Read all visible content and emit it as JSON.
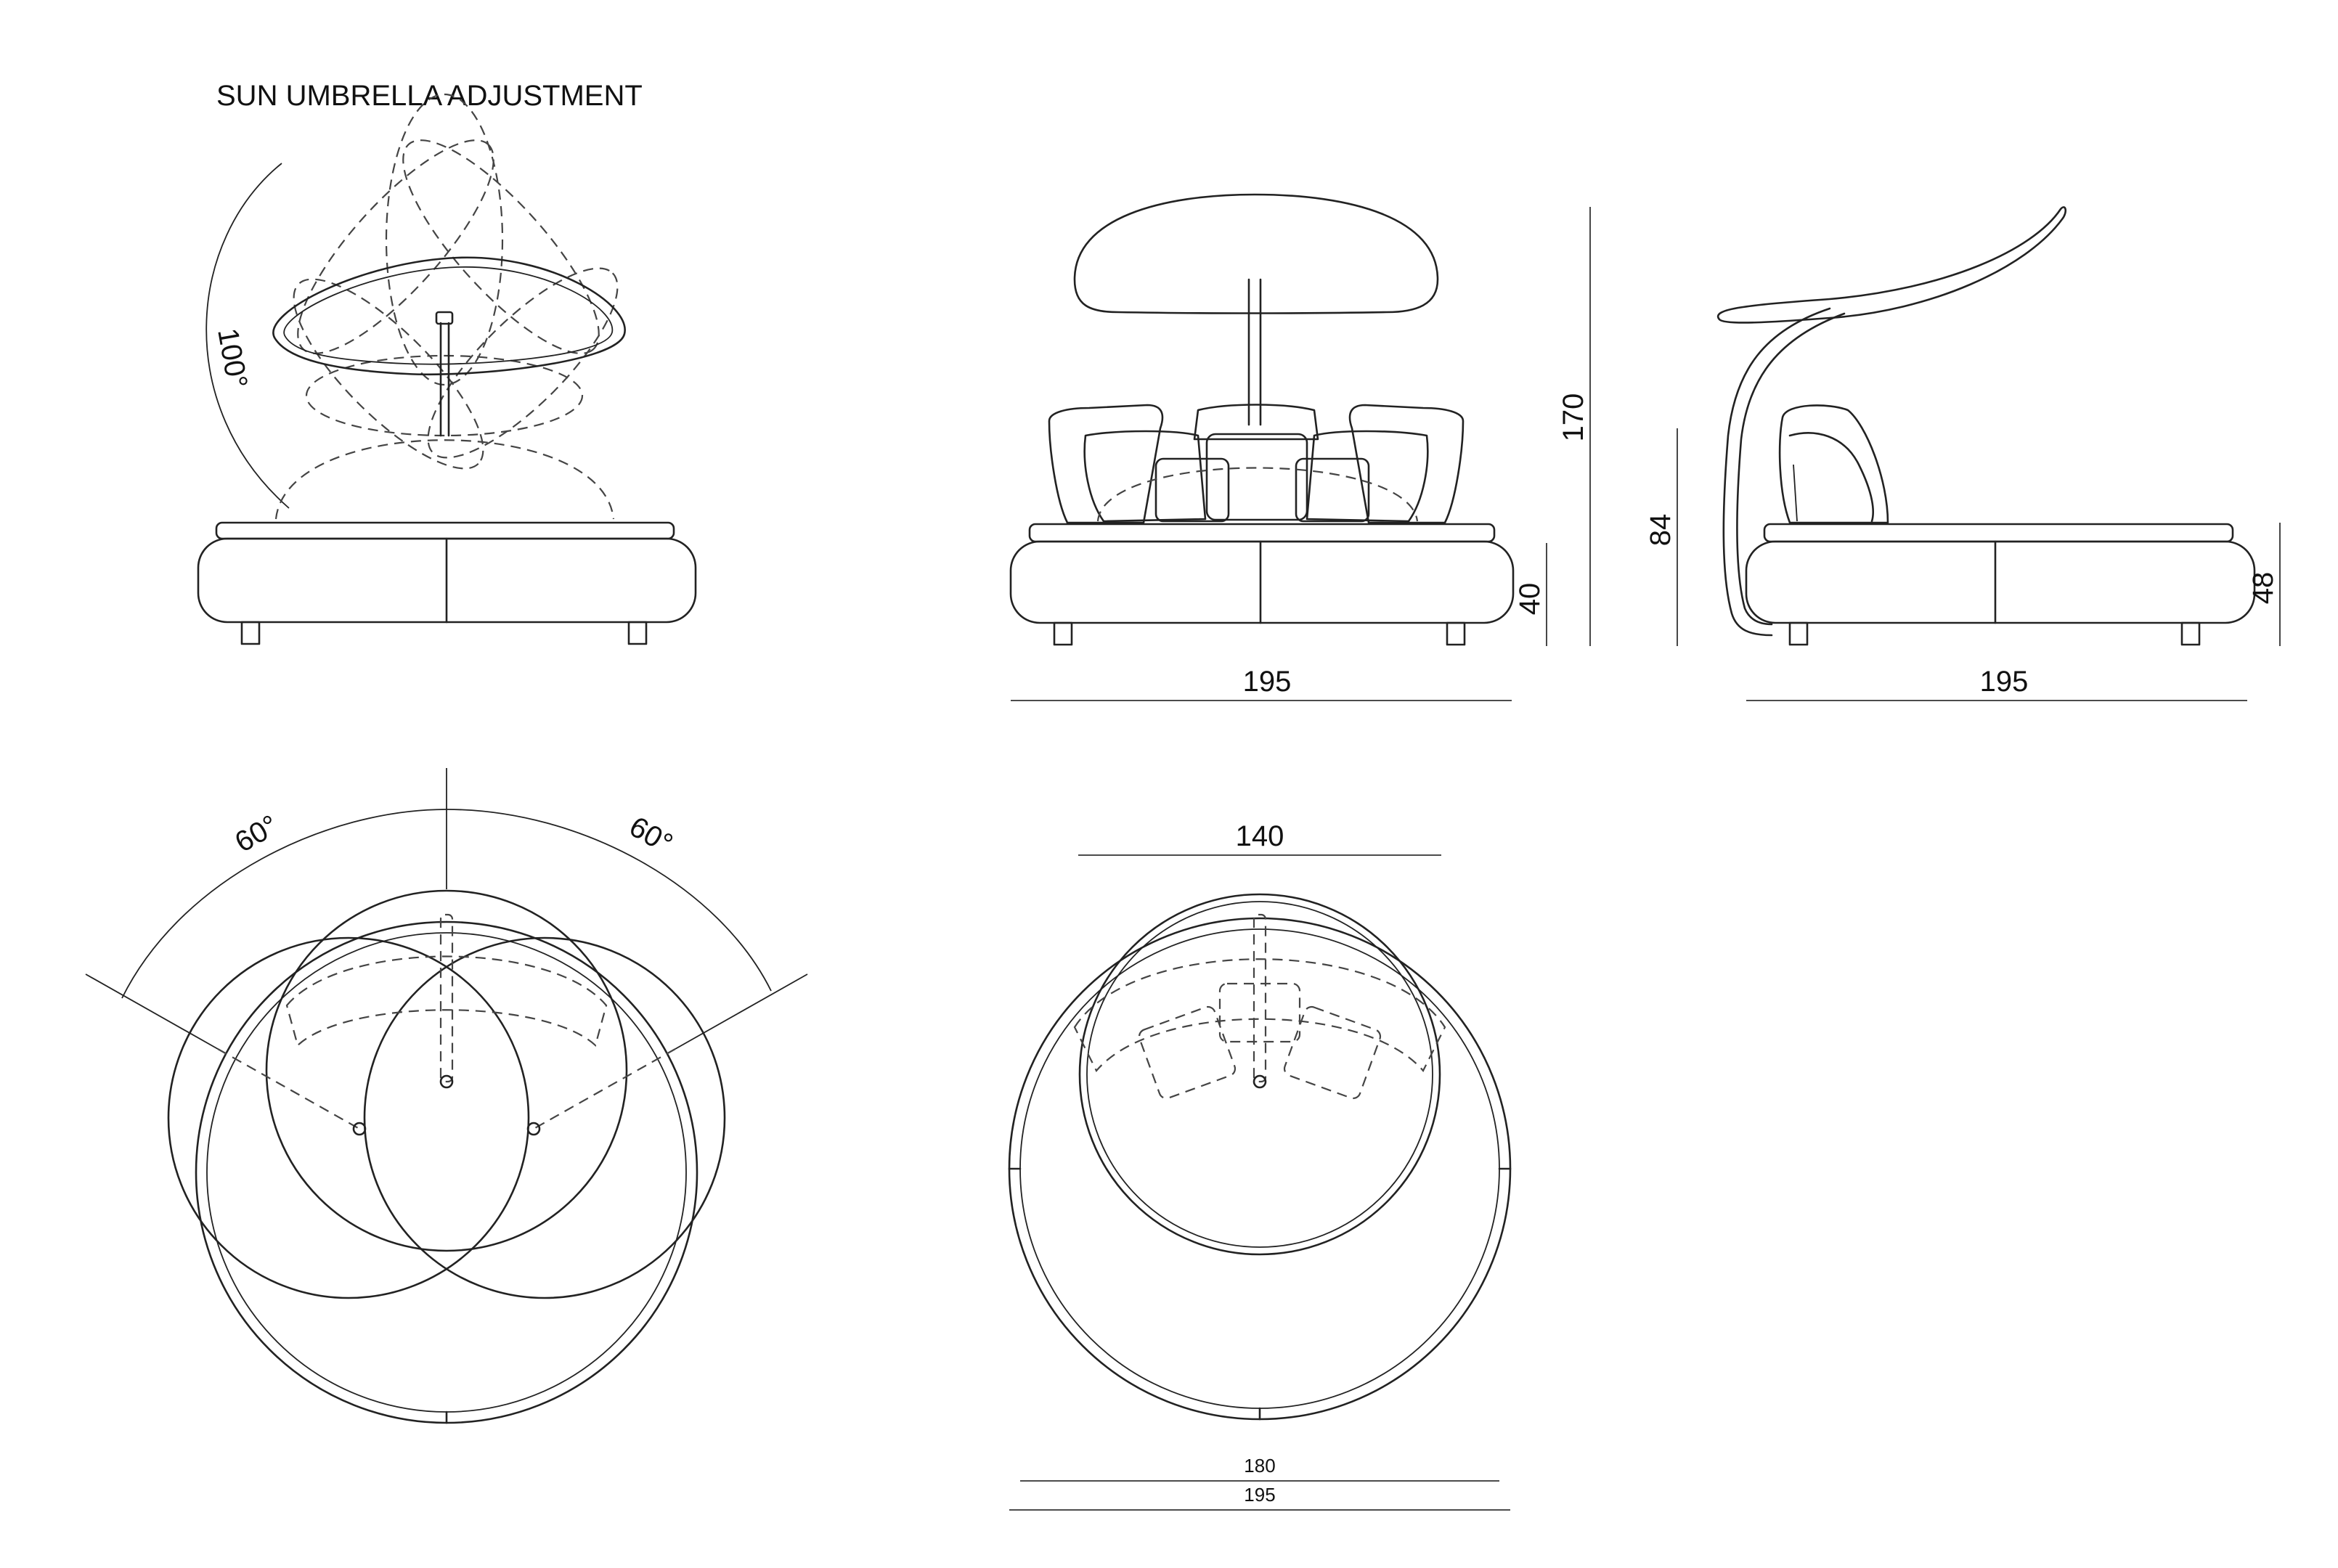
{
  "title": "SUN UMBRELLA ADJUSTMENT",
  "front_adjust": {
    "angle": "100°"
  },
  "front_view": {
    "width": "195",
    "height_total": "170",
    "height_base": "40"
  },
  "side_view": {
    "width": "195",
    "height_backrest": "84",
    "height_base": "48"
  },
  "plan_adjust": {
    "angle_left": "60°",
    "angle_right": "60°"
  },
  "plan_view": {
    "canopy_width": "140",
    "inner_width": "180",
    "outer_width": "195"
  },
  "colors": {
    "line": "#222222",
    "background": "#ffffff"
  }
}
